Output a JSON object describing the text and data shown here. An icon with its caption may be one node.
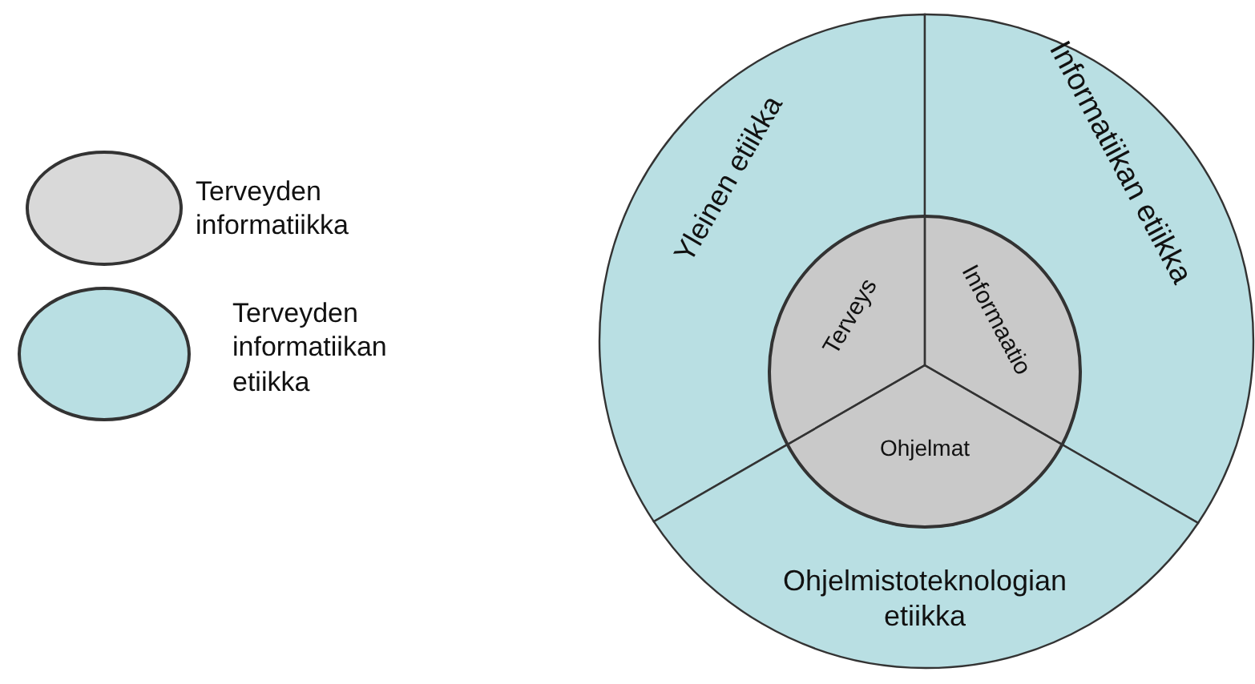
{
  "diagram": {
    "nodes": [
      {
        "text": [
          "Yleinen etiikka"
        ]
      },
      {
        "text": [
          "Informatiikan etiikka"
        ]
      },
      {
        "text": [
          "Ohjelmistoteknologian etiikka"
        ]
      },
      {
        "text": [],
        "shape": "circle"
      },
      {
        "text": [
          "Terveys"
        ]
      },
      {
        "text": [
          "Informaatio"
        ]
      },
      {
        "text": [
          "Ohjelmat"
        ]
      }
    ],
    "legend": [
      {
        "text": "Terveyden informatiikka",
        "color": "#d9d9d9"
      },
      {
        "text": "Terveyden informatiikan etiikka",
        "color": "#b9dfe3"
      }
    ]
  }
}
